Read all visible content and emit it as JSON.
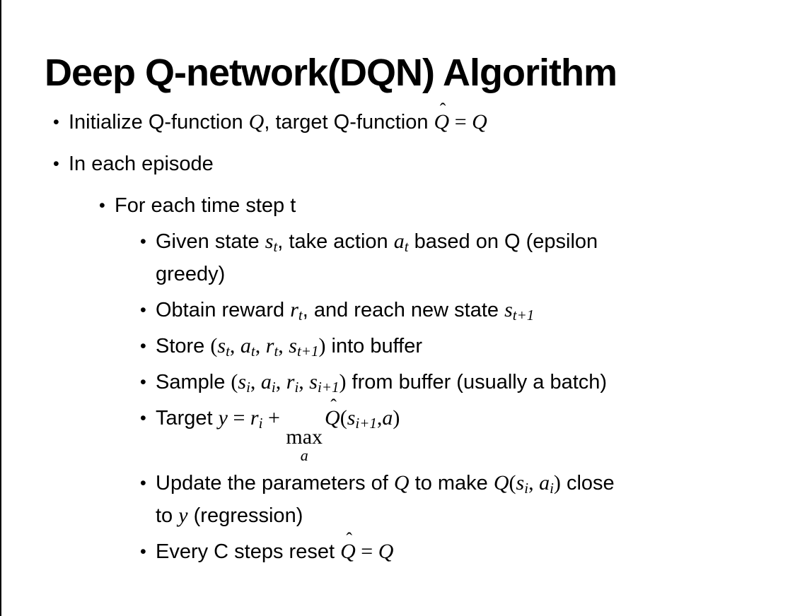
{
  "colors": {
    "background": "#ffffff",
    "text": "#000000",
    "left_edge_line": "#000000"
  },
  "slide": {
    "title": "Deep Q-network(DQN) Algorithm",
    "bullet_glyph": "•",
    "bullets": [
      {
        "level": 1,
        "segments": [
          {
            "s": "p",
            "t": "Initialize Q-function "
          },
          {
            "s": "m",
            "t": "Q"
          },
          {
            "s": "p",
            "t": ", target Q-function "
          },
          {
            "s": "hat",
            "t": "Q"
          },
          {
            "s": "mr",
            "t": " = "
          },
          {
            "s": "m",
            "t": "Q"
          }
        ]
      },
      {
        "level": 1,
        "segments": [
          {
            "s": "p",
            "t": "In each episode"
          }
        ]
      },
      {
        "level": 2,
        "segments": [
          {
            "s": "p",
            "t": "For each time step t"
          }
        ]
      },
      {
        "level": 3,
        "segments": [
          {
            "s": "p",
            "t": "Given state "
          },
          {
            "s": "m",
            "t": "s"
          },
          {
            "s": "sub",
            "t": "t"
          },
          {
            "s": "p",
            "t": ", take action "
          },
          {
            "s": "m",
            "t": "a"
          },
          {
            "s": "sub",
            "t": "t"
          },
          {
            "s": "p",
            "t": " based on Q (epsilon"
          },
          {
            "s": "br"
          },
          {
            "s": "p",
            "t": "greedy)"
          }
        ]
      },
      {
        "level": 3,
        "segments": [
          {
            "s": "p",
            "t": "Obtain reward "
          },
          {
            "s": "m",
            "t": "r"
          },
          {
            "s": "sub",
            "t": "t"
          },
          {
            "s": "p",
            "t": ", and reach new state "
          },
          {
            "s": "m",
            "t": "s"
          },
          {
            "s": "sub",
            "t": "t+1"
          }
        ]
      },
      {
        "level": 3,
        "segments": [
          {
            "s": "p",
            "t": "Store "
          },
          {
            "s": "mr",
            "t": "("
          },
          {
            "s": "m",
            "t": "s"
          },
          {
            "s": "sub",
            "t": "t"
          },
          {
            "s": "mr",
            "t": ", "
          },
          {
            "s": "m",
            "t": "a"
          },
          {
            "s": "sub",
            "t": "t"
          },
          {
            "s": "mr",
            "t": ", "
          },
          {
            "s": "m",
            "t": "r"
          },
          {
            "s": "sub",
            "t": "t"
          },
          {
            "s": "mr",
            "t": ", "
          },
          {
            "s": "m",
            "t": "s"
          },
          {
            "s": "sub",
            "t": "t+1"
          },
          {
            "s": "mr",
            "t": ")"
          },
          {
            "s": "p",
            "t": " into buffer"
          }
        ]
      },
      {
        "level": 3,
        "segments": [
          {
            "s": "p",
            "t": "Sample "
          },
          {
            "s": "mr",
            "t": "("
          },
          {
            "s": "m",
            "t": "s"
          },
          {
            "s": "sub",
            "t": "i"
          },
          {
            "s": "mr",
            "t": ", "
          },
          {
            "s": "m",
            "t": "a"
          },
          {
            "s": "sub",
            "t": "i"
          },
          {
            "s": "mr",
            "t": ", "
          },
          {
            "s": "m",
            "t": "r"
          },
          {
            "s": "sub",
            "t": "i"
          },
          {
            "s": "mr",
            "t": ", "
          },
          {
            "s": "m",
            "t": "s"
          },
          {
            "s": "sub",
            "t": "i+1"
          },
          {
            "s": "mr",
            "t": ")"
          },
          {
            "s": "p",
            "t": " from buffer (usually a batch)"
          }
        ]
      },
      {
        "level": 3,
        "segments": [
          {
            "s": "p",
            "t": "Target "
          },
          {
            "s": "m",
            "t": "y"
          },
          {
            "s": "mr",
            "t": " = "
          },
          {
            "s": "m",
            "t": "r"
          },
          {
            "s": "sub",
            "t": "i"
          },
          {
            "s": "mr",
            "t": " + "
          },
          {
            "s": "stack",
            "top": "max",
            "bottom": "a"
          },
          {
            "s": "hat",
            "t": "Q"
          },
          {
            "s": "mr",
            "t": "("
          },
          {
            "s": "m",
            "t": "s"
          },
          {
            "s": "sub",
            "t": "i+1"
          },
          {
            "s": "mr",
            "t": ","
          },
          {
            "s": "m",
            "t": "a"
          },
          {
            "s": "mr",
            "t": ")"
          }
        ]
      },
      {
        "level": 3,
        "segments": [
          {
            "s": "p",
            "t": "Update the parameters of "
          },
          {
            "s": "m",
            "t": "Q"
          },
          {
            "s": "p",
            "t": " to make "
          },
          {
            "s": "m",
            "t": "Q"
          },
          {
            "s": "mr",
            "t": "("
          },
          {
            "s": "m",
            "t": "s"
          },
          {
            "s": "sub",
            "t": "i"
          },
          {
            "s": "mr",
            "t": ", "
          },
          {
            "s": "m",
            "t": "a"
          },
          {
            "s": "sub",
            "t": "i"
          },
          {
            "s": "mr",
            "t": ")"
          },
          {
            "s": "p",
            "t": " close"
          },
          {
            "s": "br"
          },
          {
            "s": "p",
            "t": "to "
          },
          {
            "s": "m",
            "t": "y"
          },
          {
            "s": "p",
            "t": " (regression)"
          }
        ]
      },
      {
        "level": 3,
        "segments": [
          {
            "s": "p",
            "t": "Every C steps reset "
          },
          {
            "s": "hat",
            "t": "Q"
          },
          {
            "s": "mr",
            "t": " = "
          },
          {
            "s": "m",
            "t": "Q"
          }
        ]
      }
    ]
  }
}
